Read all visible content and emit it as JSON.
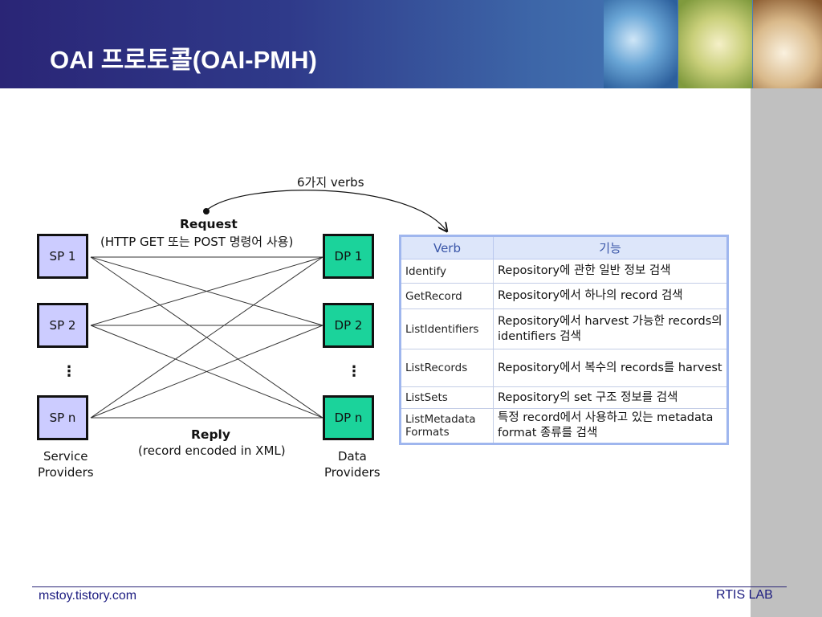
{
  "slide": {
    "title": "OAI 프로토콜(OAI-PMH)",
    "footer_left": "mstoy.tistory.com",
    "footer_right": "RTIS LAB"
  },
  "diagram": {
    "verbs_caption": "6가지 verbs",
    "request_title": "Request",
    "request_detail": "(HTTP GET 또는 POST 명령어 사용)",
    "reply_title": "Reply",
    "reply_detail": "(record encoded in XML)",
    "service_providers": [
      "SP 1",
      "SP 2",
      "SP n"
    ],
    "data_providers": [
      "DP 1",
      "DP 2",
      "DP n"
    ],
    "ellipsis": "⋮",
    "sp_caption_1": "Service",
    "sp_caption_2": "Providers",
    "dp_caption_1": "Data",
    "dp_caption_2": "Providers"
  },
  "table": {
    "headers": [
      "Verb",
      "기능"
    ],
    "rows": [
      {
        "verb": "Identify",
        "desc": "Repository에 관한 일반 정보 검색"
      },
      {
        "verb": "GetRecord",
        "desc": "Repository에서 하나의 record 검색"
      },
      {
        "verb": "ListIdentifiers",
        "desc": "Repository에서 harvest 가능한 records의 identifiers 검색"
      },
      {
        "verb": "ListRecords",
        "desc": "Repository에서 복수의 records를 harvest"
      },
      {
        "verb": "ListSets",
        "desc": "Repository의 set 구조 정보를 검색"
      },
      {
        "verb": "ListMetadata Formats",
        "desc": "특정 record에서 사용하고 있는 metadata format 종류를 검색"
      }
    ]
  },
  "colors": {
    "sp_fill": "#ccccff",
    "dp_fill": "#1bd39b",
    "table_border": "#9fb6ee"
  }
}
